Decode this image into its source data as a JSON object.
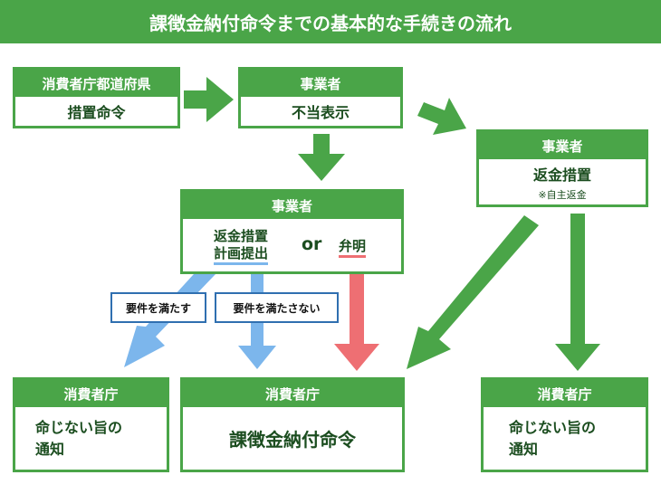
{
  "title": "課徴金納付命令までの基本的な手続きの流れ",
  "boxes": {
    "prefecture": {
      "header": "消費者庁都道府県",
      "body": "措置命令"
    },
    "business_top": {
      "header": "事業者",
      "body": "不当表示"
    },
    "business_right": {
      "header": "事業者",
      "body": "返金措置",
      "note": "※自主返金"
    },
    "business_middle": {
      "header": "事業者",
      "refund_plan_line1": "返金措置",
      "refund_plan_line2": "計画提出",
      "or": "or",
      "defense": "弁明"
    },
    "caa_left": {
      "header": "消費者庁",
      "body_line1": "命じない旨の",
      "body_line2": "通知"
    },
    "caa_center": {
      "header": "消費者庁",
      "body": "課徴金納付命令"
    },
    "caa_right": {
      "header": "消費者庁",
      "body_line1": "命じない旨の",
      "body_line2": "通知"
    }
  },
  "conditions": {
    "meets": "要件を満たす",
    "not_meets": "要件を満たさない"
  },
  "colors": {
    "green": "#4aa548",
    "blue": "#7cb6ec",
    "red": "#ee6f73",
    "dark_text": "#1b4d1f"
  }
}
